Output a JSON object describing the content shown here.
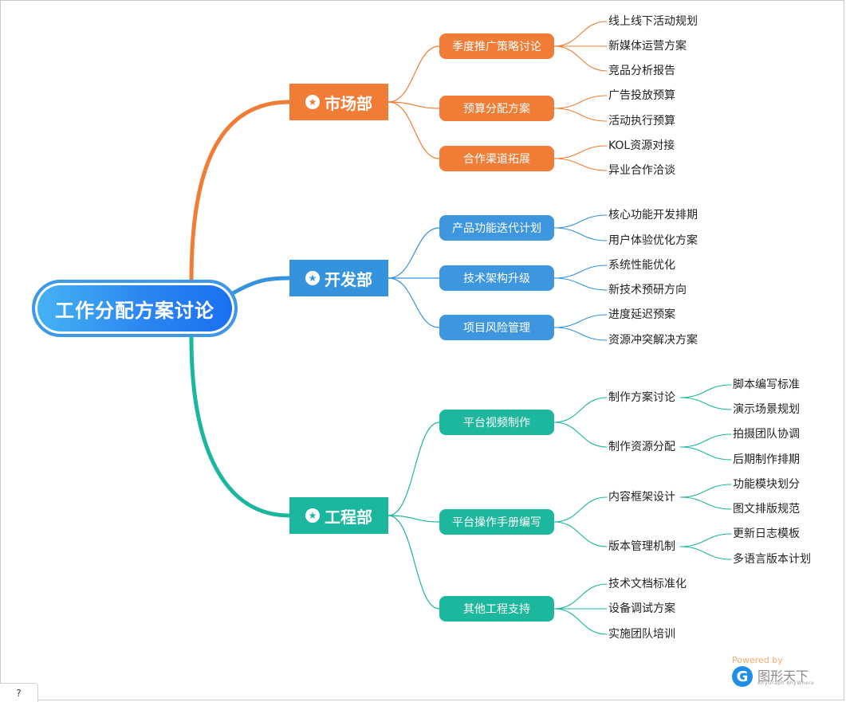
{
  "root": {
    "title": "工作分配方案讨论"
  },
  "colors": {
    "market": "#f07c35",
    "dev": "#3592dc",
    "eng": "#1ab69d",
    "dev_l2": "#3d96de",
    "eng_l2": "#1db79e"
  },
  "departments": [
    {
      "name": "市场部",
      "icon": "star-badge-icon",
      "groups": [
        {
          "label": "季度推广策略讨论",
          "items": [
            "线上线下活动规划",
            "新媒体运营方案",
            "竞品分析报告"
          ]
        },
        {
          "label": "预算分配方案",
          "items": [
            "广告投放预算",
            "活动执行预算"
          ]
        },
        {
          "label": "合作渠道拓展",
          "items": [
            "KOL资源对接",
            "异业合作洽谈"
          ]
        }
      ]
    },
    {
      "name": "开发部",
      "icon": "star-badge-icon",
      "groups": [
        {
          "label": "产品功能迭代计划",
          "items": [
            "核心功能开发排期",
            "用户体验优化方案"
          ]
        },
        {
          "label": "技术架构升级",
          "items": [
            "系统性能优化",
            "新技术预研方向"
          ]
        },
        {
          "label": "项目风险管理",
          "items": [
            "进度延迟预案",
            "资源冲突解决方案"
          ]
        }
      ]
    },
    {
      "name": "工程部",
      "icon": "star-badge-icon",
      "groups": [
        {
          "label": "平台视频制作",
          "subgroups": [
            {
              "label": "制作方案讨论",
              "items": [
                "脚本编写标准",
                "演示场景规划"
              ]
            },
            {
              "label": "制作资源分配",
              "items": [
                "拍摄团队协调",
                "后期制作排期"
              ]
            }
          ]
        },
        {
          "label": "平台操作手册编写",
          "subgroups": [
            {
              "label": "内容框架设计",
              "items": [
                "功能模块划分",
                "图文排版规范"
              ]
            },
            {
              "label": "版本管理机制",
              "items": [
                "更新日志模板",
                "多语言版本计划"
              ]
            }
          ]
        },
        {
          "label": "其他工程支持",
          "items": [
            "技术文档标准化",
            "设备调试方案",
            "实施团队培训"
          ]
        }
      ]
    }
  ],
  "watermark": {
    "powered": "Powered by",
    "brand_letter": "G",
    "name": "图形天下",
    "sub": "AnyGraph AnyWhere"
  },
  "help": {
    "label": "?"
  }
}
